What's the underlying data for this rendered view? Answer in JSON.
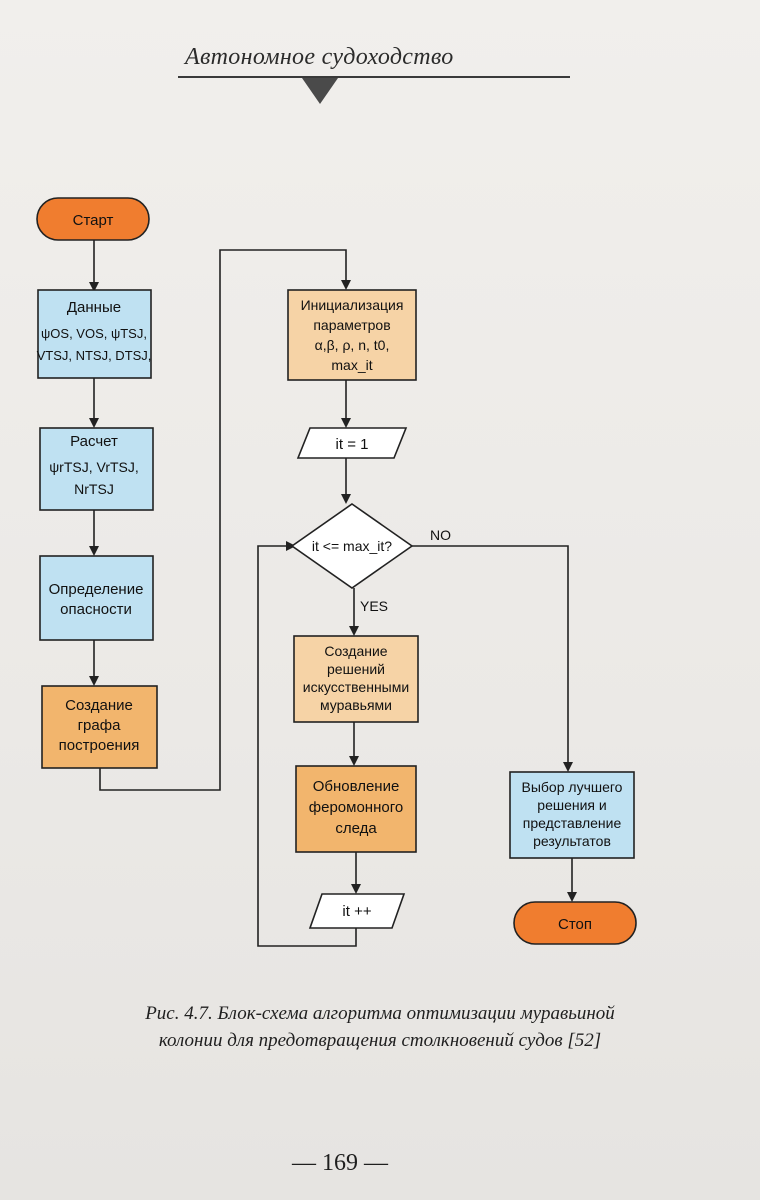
{
  "header": {
    "title": "Автономное судоходство"
  },
  "flowchart": {
    "start": "Старт",
    "data_box": {
      "title": "Данные",
      "line1": "ψOS, VOS, ψTSJ,",
      "line2": "VTSJ, NTSJ, DTSJ,"
    },
    "calc_box": {
      "title": "Расчет",
      "line1": "ψrTSJ, VrTSJ,",
      "line2": "NrTSJ"
    },
    "danger_box": [
      "Определение",
      "опасности"
    ],
    "graph_box": [
      "Создание",
      "графа",
      "построения"
    ],
    "init_box": [
      "Инициализация",
      "параметров",
      "α,β, ρ, n, t0,",
      "max_it"
    ],
    "it_init": "it = 1",
    "decision": "it <= max_it?",
    "no_label": "NO",
    "yes_label": "YES",
    "create_box": [
      "Создание",
      "решений",
      "искусственными",
      "муравьями"
    ],
    "update_box": [
      "Обновление",
      "феромонного",
      "следа"
    ],
    "it_inc": "it ++",
    "best_box": [
      "Выбор лучшего",
      "решения и",
      "представление",
      "результатов"
    ],
    "stop": "Стоп"
  },
  "caption": {
    "line1": "Рис. 4.7. Блок-схема алгоритма оптимизации муравьиной",
    "line2": "колонии для предотвращения столкновений судов [52]"
  },
  "page_number": "— 169 —",
  "colors": {
    "terminal": "#f07d2f",
    "blue_box": "#bfe1f2",
    "tan_box": "#f6d3a6",
    "amber_box": "#f2b56d",
    "line": "#222222"
  }
}
